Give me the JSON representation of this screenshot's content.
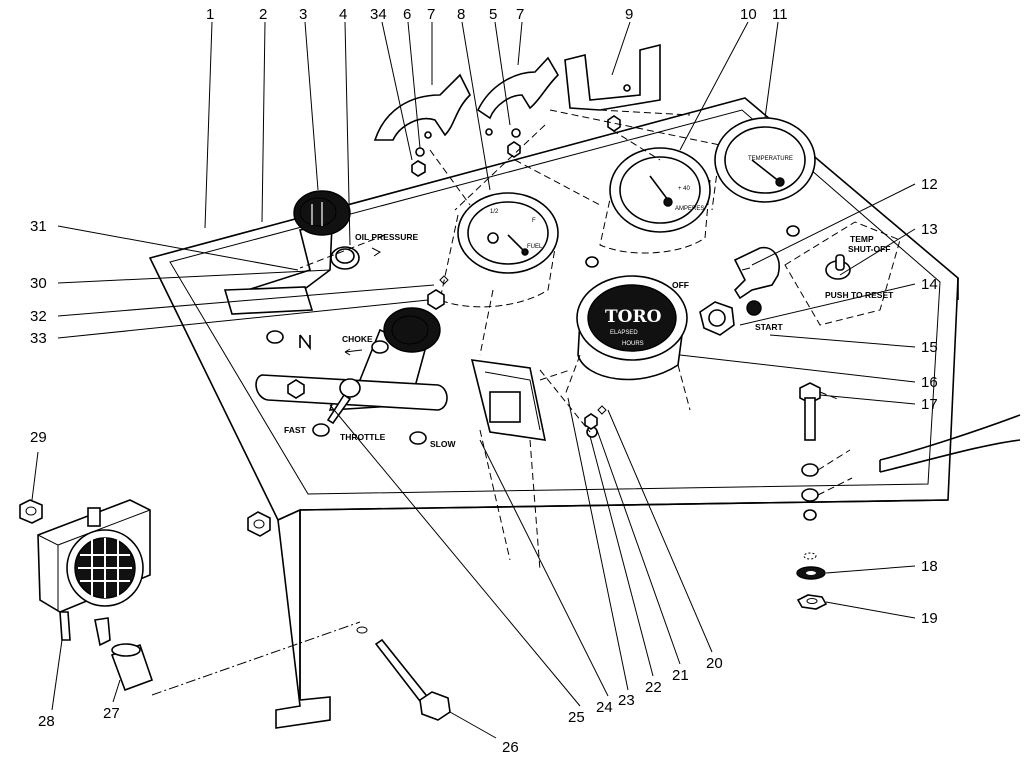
{
  "callouts": {
    "c1": "1",
    "c2": "2",
    "c3": "3",
    "c4": "4",
    "c34": "34",
    "c6": "6",
    "c7a": "7",
    "c8": "8",
    "c5": "5",
    "c7b": "7",
    "c9": "9",
    "c10": "10",
    "c11": "11",
    "c12": "12",
    "c13": "13",
    "c14": "14",
    "c15": "15",
    "c16": "16",
    "c17": "17",
    "c18": "18",
    "c19": "19",
    "c20": "20",
    "c21": "21",
    "c22": "22",
    "c23": "23",
    "c24": "24",
    "c25": "25",
    "c26": "26",
    "c27": "27",
    "c28": "28",
    "c29": "29",
    "c30": "30",
    "c31": "31",
    "c32": "32",
    "c33": "33"
  },
  "panel_labels": {
    "oil_pressure": "OIL PRESSURE",
    "choke": "CHOKE",
    "fast": "FAST",
    "throttle": "THROTTLE",
    "slow": "SLOW",
    "off": "OFF",
    "start": "START",
    "temp": "TEMP",
    "shut_off": "SHUT-OFF",
    "push_to_reset": "PUSH TO RESET"
  },
  "gauges": {
    "fuel_half": "1/2",
    "fuel_full": "F",
    "fuel_word": "FUEL",
    "amp_value": "+ 40",
    "amp_word": "AMPERES",
    "temp_word": "TEMPERATURE",
    "hour_brand": "TORO",
    "hour_sub": "ELAPSED",
    "hour_unit": "HOURS"
  }
}
